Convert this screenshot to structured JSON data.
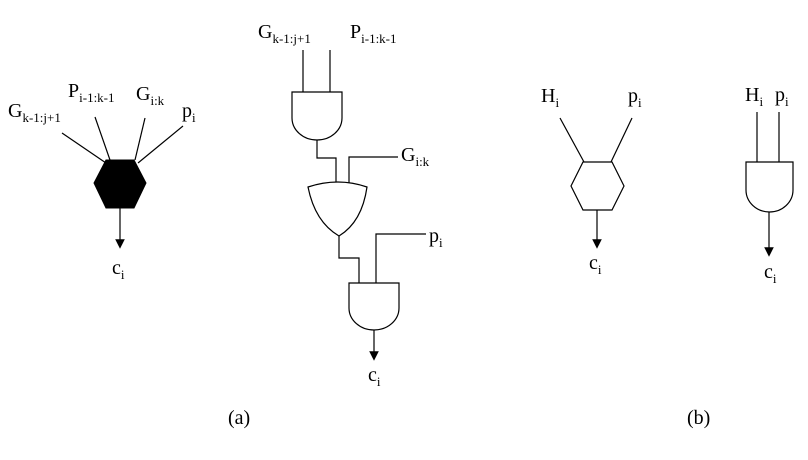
{
  "labels": {
    "g_k_base": "G",
    "g_k_sub": "k-1:j+1",
    "p_ik_base": "P",
    "p_ik_sub": "i-1:k-1",
    "g_ik_base": "G",
    "g_ik_sub": "i:k",
    "p_i_base": "p",
    "p_i_sub": "i",
    "c_i_base": "c",
    "c_i_sub": "i",
    "h_i_base": "H",
    "h_i_sub": "i"
  },
  "captions": {
    "a": "(a)",
    "b": "(b)"
  },
  "colors": {
    "stroke": "#000000",
    "filled_node": "#000000",
    "open_node": "#ffffff"
  }
}
